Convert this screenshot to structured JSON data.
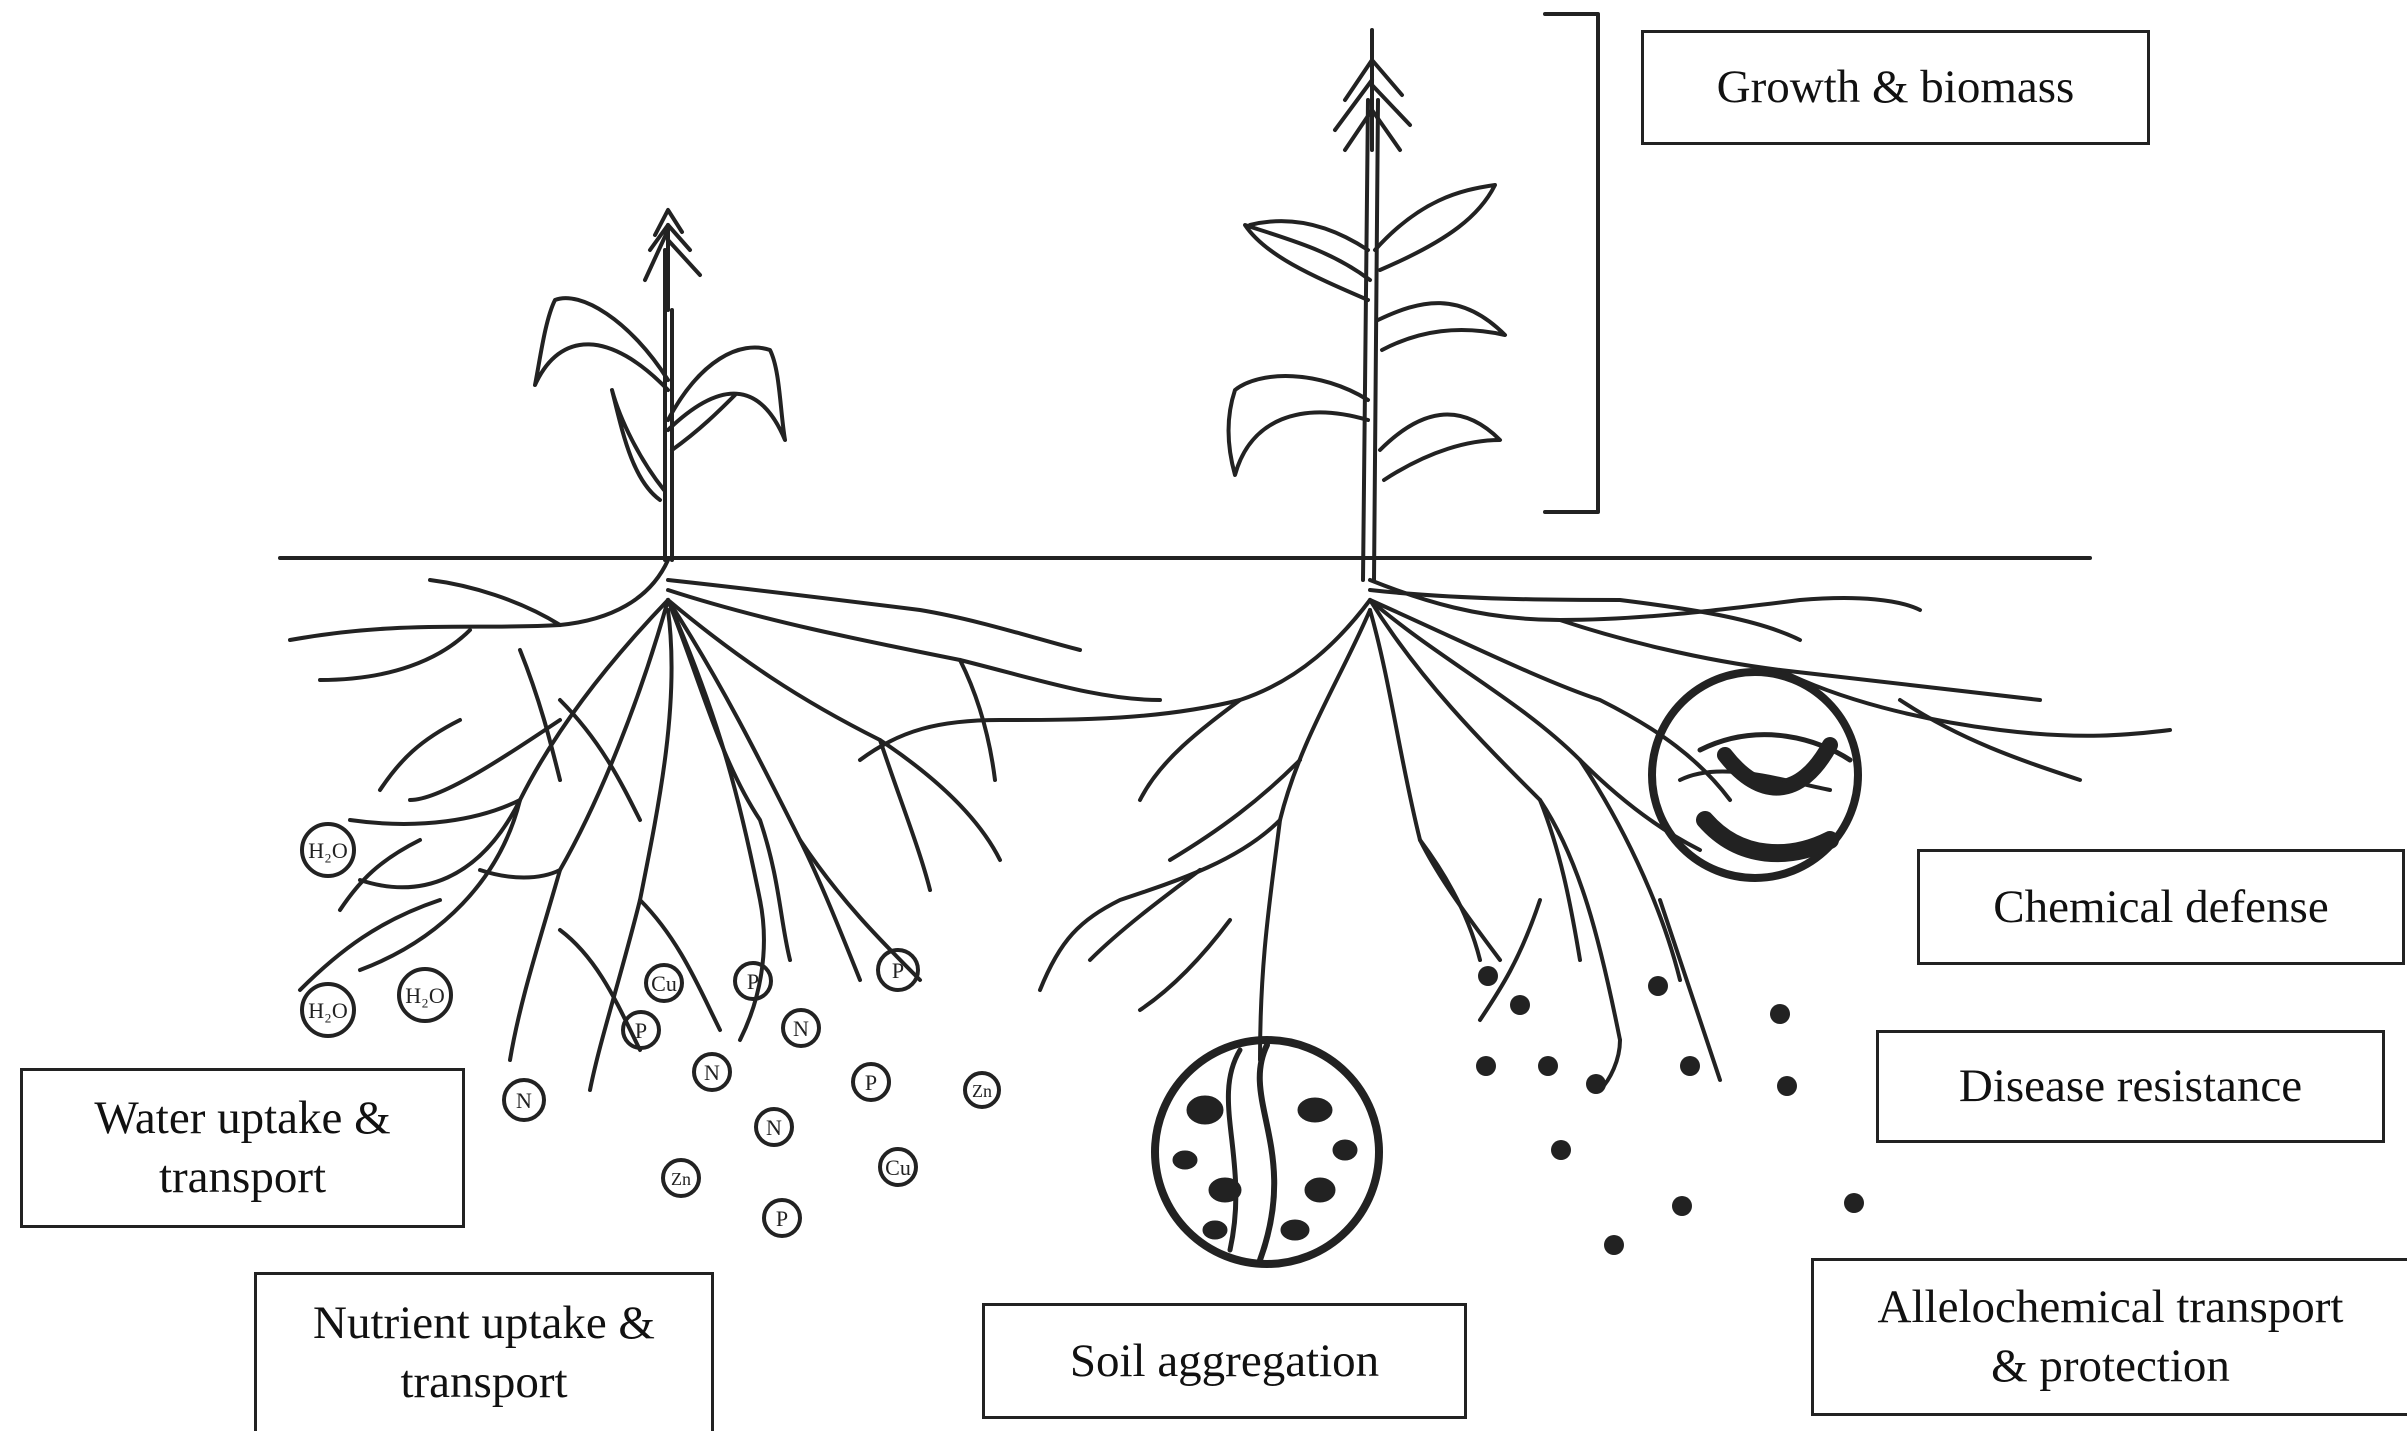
{
  "labels": {
    "growth": "Growth & biomass",
    "chemical_defense": "Chemical defense",
    "disease_resistance": "Disease resistance",
    "water_line1": "Water uptake &",
    "water_line2": "transport",
    "nutrient_line1": "Nutrient uptake &",
    "nutrient_line2": "transport",
    "soil": "Soil aggregation",
    "allelo_line1": "Allelochemical transport",
    "allelo_line2": "& protection"
  },
  "markers": {
    "water": [
      "H₂O",
      "H₂O",
      "H₂O"
    ],
    "nutrients": [
      "Cu",
      "P",
      "P",
      "N",
      "P",
      "N",
      "P",
      "N",
      "Zn",
      "N",
      "Zn",
      "Cu",
      "P"
    ]
  },
  "colors": {
    "ink": "#222222",
    "background": "#ffffff"
  }
}
